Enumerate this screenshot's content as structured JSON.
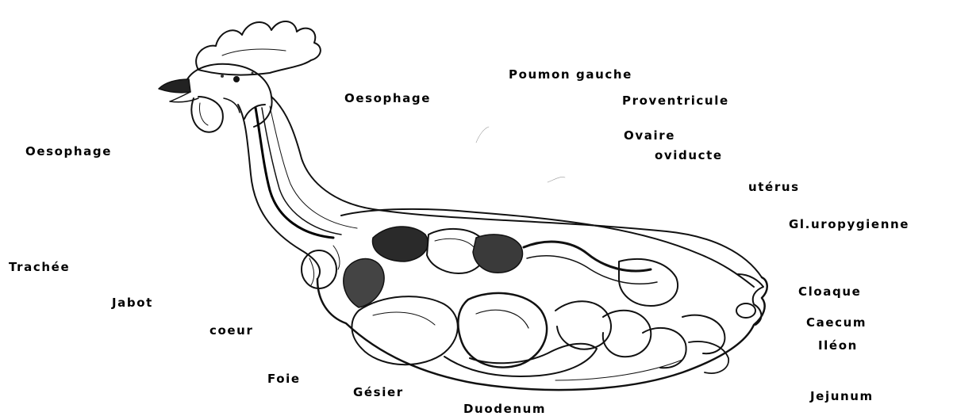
{
  "diagram": {
    "labels": {
      "oesophage_left": "Oesophage",
      "trachee": "Trachée",
      "jabot": "Jabot",
      "coeur": "coeur",
      "foie": "Foie",
      "gesier": "Gésier",
      "duodenum": "Duodenum",
      "oesophage_top": "Oesophage",
      "poumon_gauche": "Poumon gauche",
      "proventricule": "Proventricule",
      "ovaire": "Ovaire",
      "oviducte": "oviducte",
      "uterus": "utérus",
      "gl_uropygienne": "Gl.uropygienne",
      "cloaque": "Cloaque",
      "caecum": "Caecum",
      "ileon": "Iléon",
      "jejunum": "Jejunum"
    },
    "colors": {
      "ink": "#000000",
      "background": "#ffffff"
    }
  }
}
